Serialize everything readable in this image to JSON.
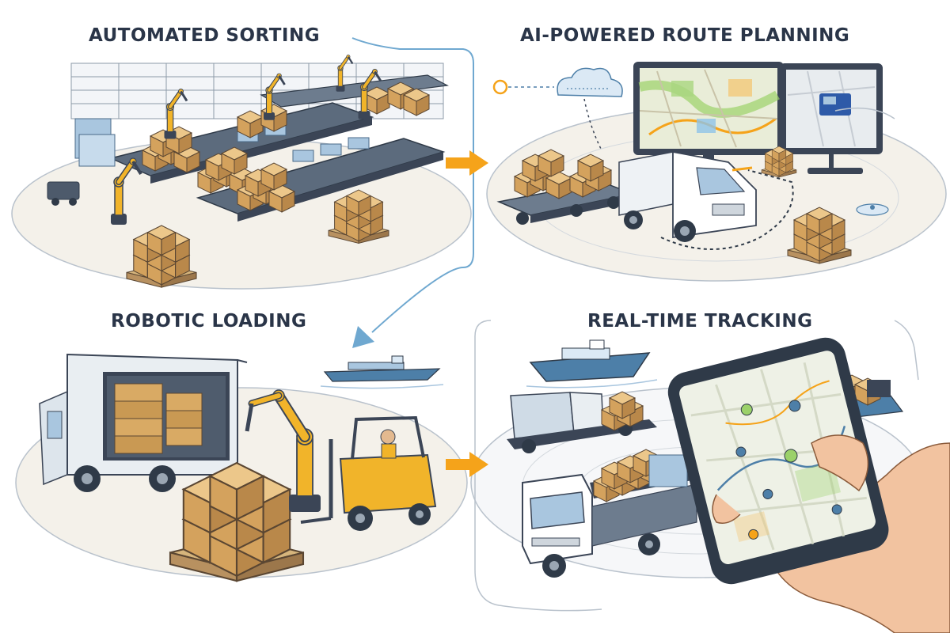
{
  "panels": [
    {
      "id": "sorting",
      "title": "AUTOMATED SORTING"
    },
    {
      "id": "route",
      "title": "AI-POWERED ROUTE PLANNING"
    },
    {
      "id": "loading",
      "title": "ROBOTIC LOADING"
    },
    {
      "id": "tracking",
      "title": "REAL-TIME TRACKING"
    }
  ],
  "colors": {
    "arrow_orange": "#f5a31a",
    "flow_blue": "#6fa8d0",
    "box_tan": "#d9aa64",
    "robot_yellow": "#f1b42a",
    "outline": "#3b4556",
    "floor": "#f4f1ea",
    "screen_dark": "#34404f",
    "map_green": "#9bd16a"
  }
}
